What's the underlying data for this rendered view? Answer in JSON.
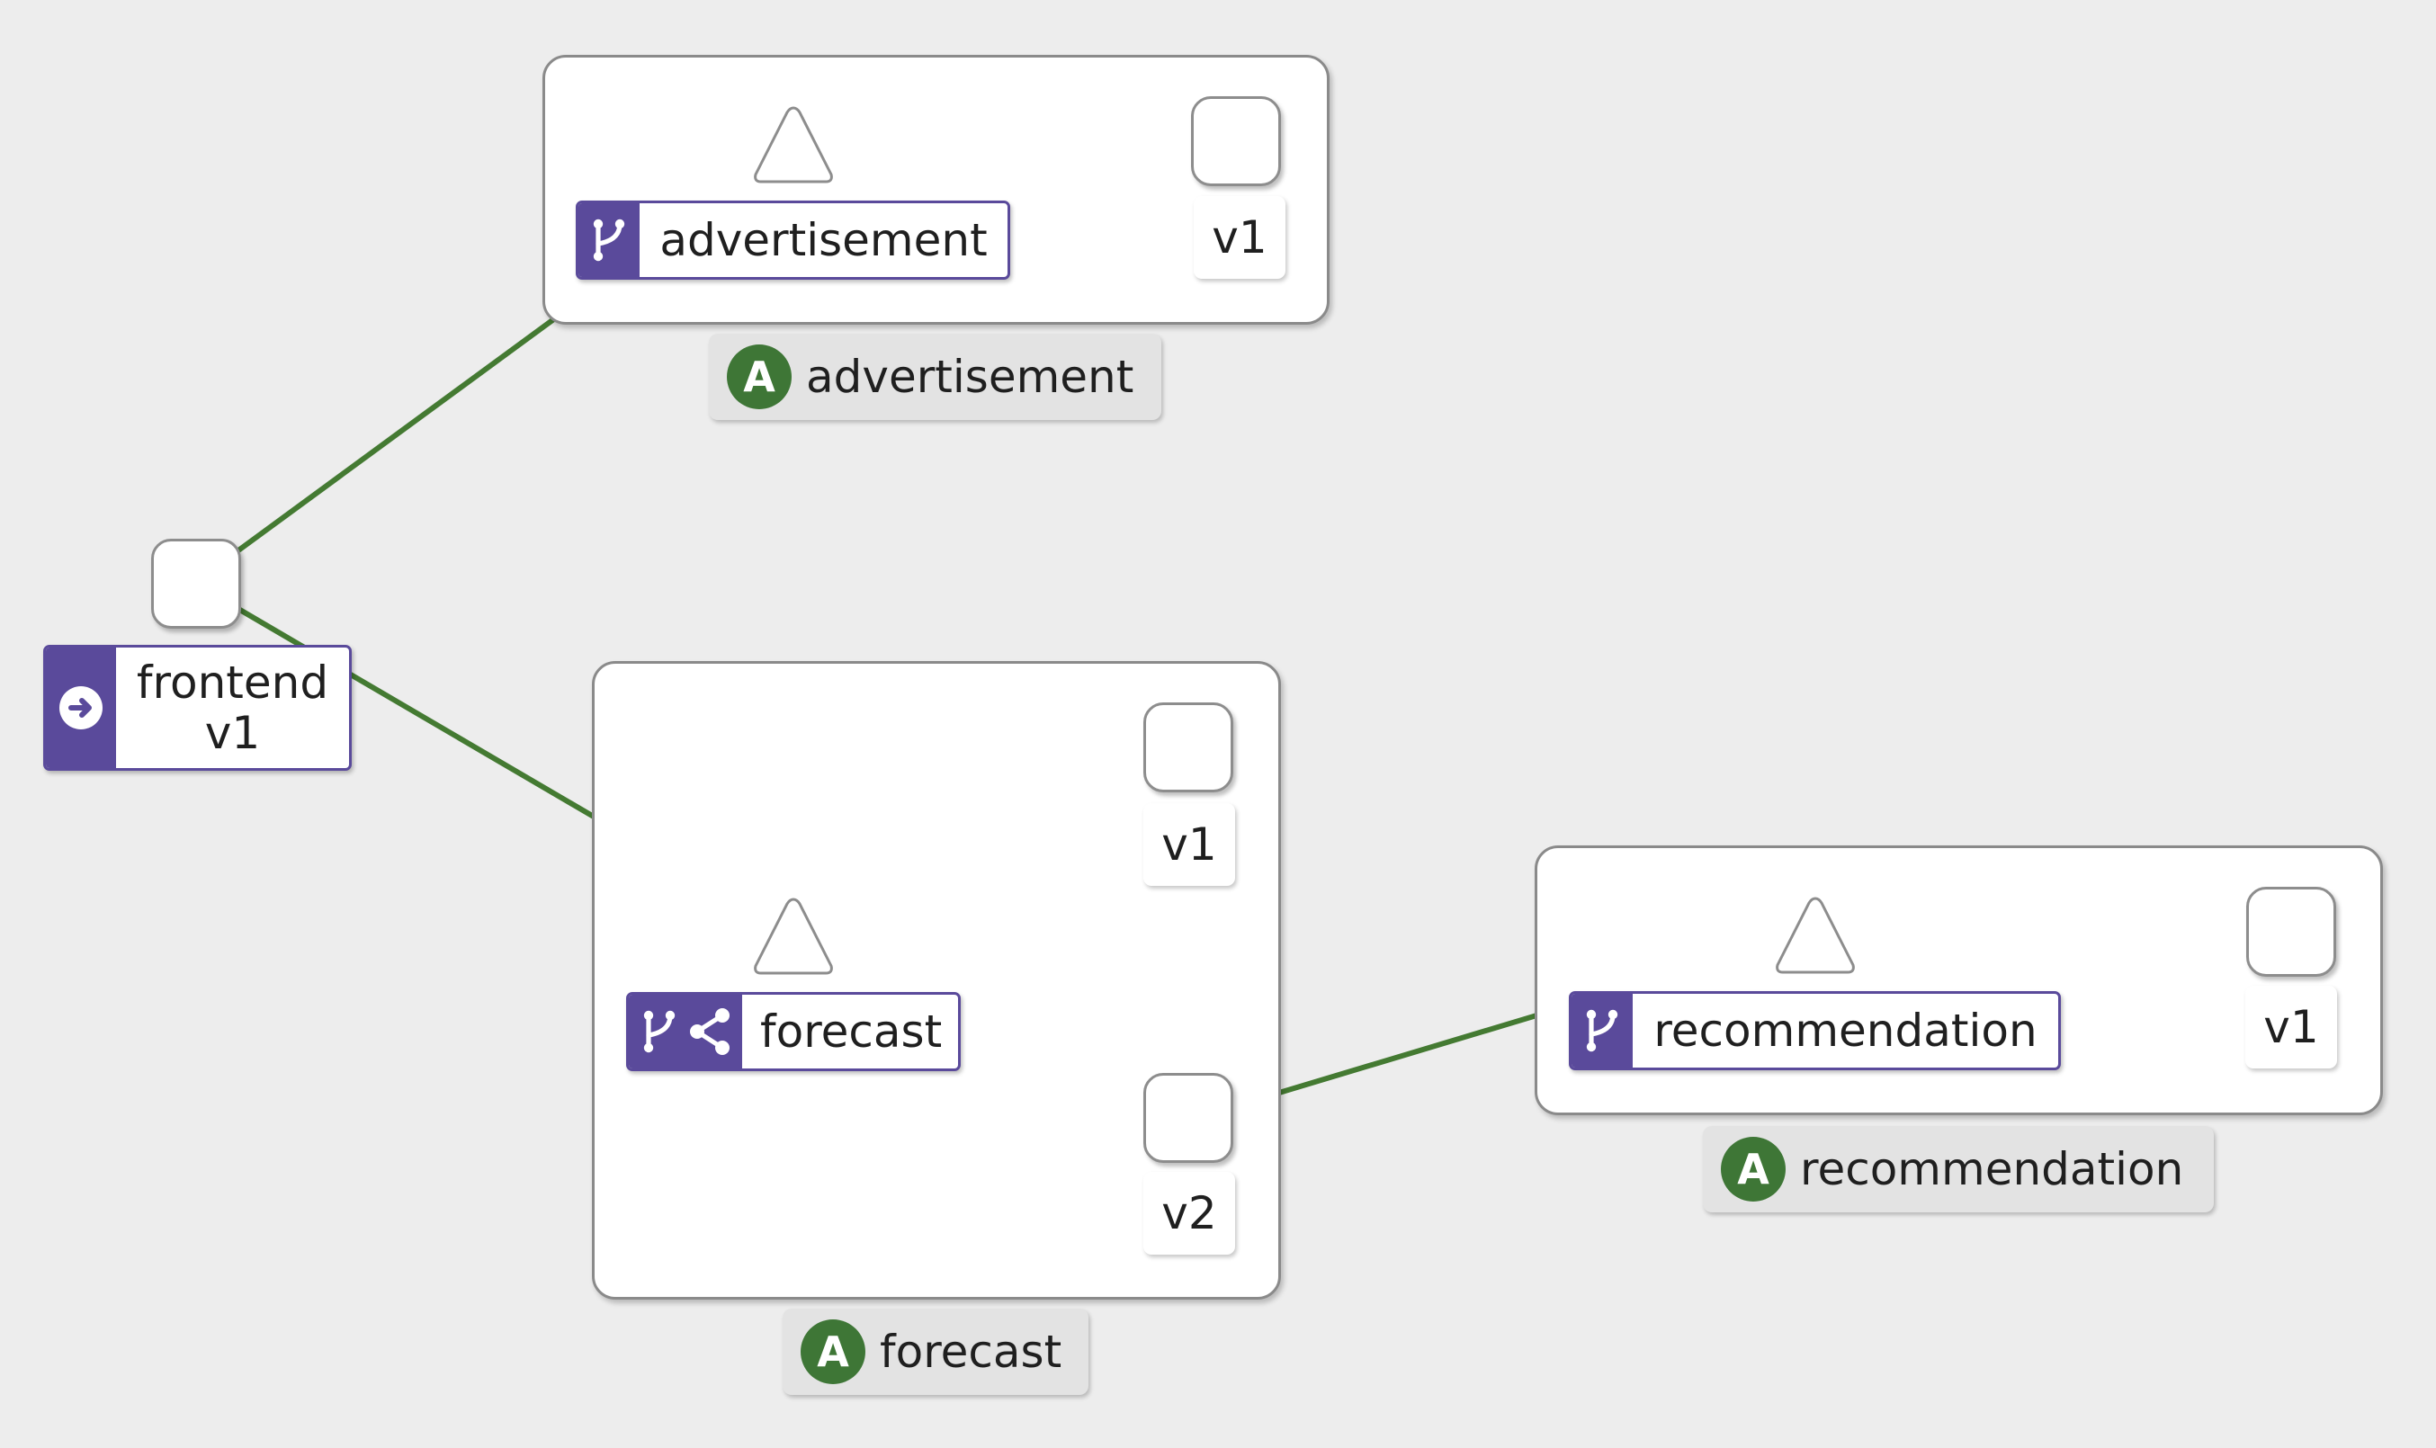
{
  "edge_color": "#447a32",
  "accent_purple": "#5a4a9b",
  "app_badge_color": "#3e7636",
  "app_badge_letter": "A",
  "groups": {
    "advertisement": {
      "app_label": "advertisement",
      "service_label": "advertisement",
      "service_icons": [
        "virtual-service-icon"
      ],
      "workloads": [
        {
          "label": "v1"
        }
      ]
    },
    "forecast": {
      "app_label": "forecast",
      "service_label": "forecast",
      "service_icons": [
        "virtual-service-icon",
        "share-icon"
      ],
      "workloads": [
        {
          "label": "v1"
        },
        {
          "label": "v2"
        }
      ]
    },
    "recommendation": {
      "app_label": "recommendation",
      "service_label": "recommendation",
      "service_icons": [
        "virtual-service-icon"
      ],
      "workloads": [
        {
          "label": "v1"
        }
      ]
    }
  },
  "frontend": {
    "name": "frontend",
    "version": "v1",
    "icon": "arrow-circle-right-icon"
  }
}
